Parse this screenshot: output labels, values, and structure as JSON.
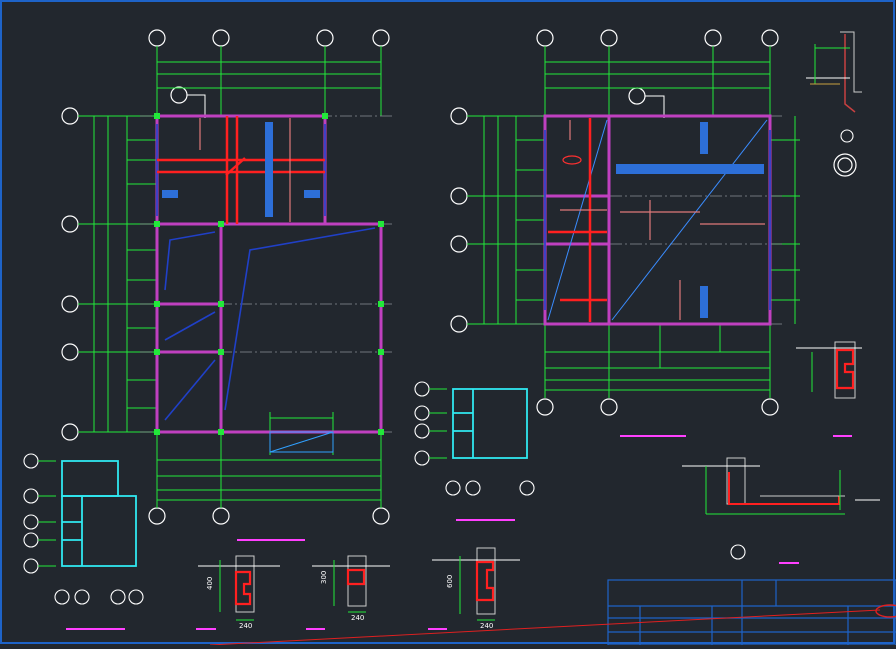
{
  "colors": {
    "background": "#22272e",
    "dimension": "#22e83a",
    "wall": "#c040c0",
    "rebar": "#ff2020",
    "beam": "#2060ff",
    "outline": "#30e8f0",
    "axis_bubble": "#ffffff",
    "title_line": "#ff40ff",
    "frame": "#1e63c8"
  },
  "details": {
    "detail_a_width": "240",
    "detail_a_height": "400",
    "detail_b_width": "240",
    "detail_b_height": "300",
    "detail_c_width": "240",
    "detail_c_height": "600"
  }
}
